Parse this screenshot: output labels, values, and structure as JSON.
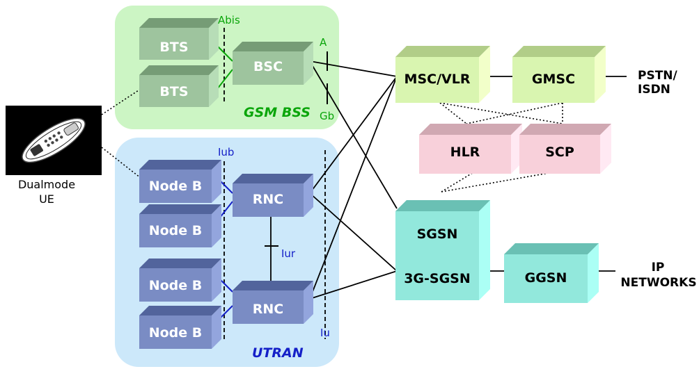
{
  "regions": {
    "gsm": {
      "label": "GSM BSS",
      "fill": "#ccf5c4",
      "label_color": "#0aa50a"
    },
    "utran": {
      "label": "UTRAN",
      "fill": "#cce8fa",
      "label_color": "#1520c8"
    }
  },
  "ue": {
    "label_line1": "Dualmode",
    "label_line2": "UE"
  },
  "gsm_nodes": {
    "bts1": "BTS",
    "bts2": "BTS",
    "bsc": "BSC"
  },
  "utran_nodes": {
    "nodeb1": "Node B",
    "nodeb2": "Node B",
    "nodeb3": "Node B",
    "nodeb4": "Node B",
    "rnc1": "RNC",
    "rnc2": "RNC"
  },
  "core_nodes": {
    "msc": "MSC/VLR",
    "gmsc": "GMSC",
    "hlr": "HLR",
    "scp": "SCP",
    "sgsn_line1": "SGSN",
    "sgsn_line2": "3G-SGSN",
    "ggsn": "GGSN"
  },
  "interfaces": {
    "abis": "Abis",
    "a": "A",
    "gb": "Gb",
    "iub": "Iub",
    "iur": "Iur",
    "iu": "Iu"
  },
  "external": {
    "pstn_line1": "PSTN/",
    "pstn_line2": "ISDN",
    "ip_line1": "IP",
    "ip_line2": "NETWORKS"
  },
  "colors": {
    "gsm_box": "#9ec49e",
    "utran_box": "#7a8cc4",
    "msc_box": "#d9f5b0",
    "hlr_box": "#f8d0da",
    "sgsn_box": "#92e8dc",
    "gsm_iface": "#0aa50a",
    "utran_iface": "#1520c8"
  }
}
